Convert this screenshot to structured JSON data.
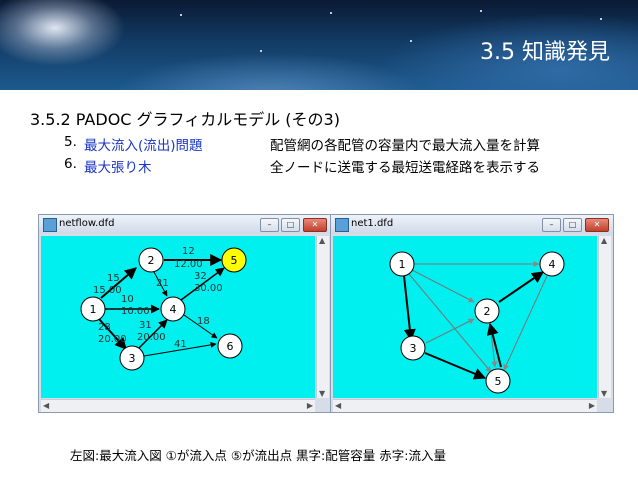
{
  "slide": {
    "title": "3.5 知識発見",
    "heading": "3.5.2 PADOC グラフィカルモデル (その3)",
    "items": [
      {
        "num": "5.",
        "term": "最大流入(流出)問題",
        "desc": "配管網の各配管の容量内で最大流入量を計算"
      },
      {
        "num": "6.",
        "term": "最大張り木",
        "desc": "全ノードに送電する最短送電経路を表示する"
      }
    ],
    "caption": "左図:最大流入図 ①が流入点 ⑤が流出点 黒字:配管容量 赤字:流入量"
  },
  "colors": {
    "canvas": "#00f0f0",
    "highlight_node": "#ffff00",
    "term": "#1a35c8"
  },
  "windows": [
    {
      "title": "netflow.dfd",
      "nodes": [
        {
          "id": "1"
        },
        {
          "id": "2"
        },
        {
          "id": "3"
        },
        {
          "id": "4"
        },
        {
          "id": "5"
        },
        {
          "id": "6"
        }
      ],
      "edge_labels": [
        "12",
        "12.00",
        "32",
        "30.00",
        "15",
        "15.00",
        "21",
        "10",
        "10.00",
        "18",
        "28",
        "20.00",
        "31",
        "20.00",
        "41"
      ]
    },
    {
      "title": "net1.dfd",
      "nodes": [
        {
          "id": "1"
        },
        {
          "id": "2"
        },
        {
          "id": "3"
        },
        {
          "id": "4"
        },
        {
          "id": "5"
        }
      ]
    }
  ],
  "window_buttons": {
    "minimize": "–",
    "maximize": "□",
    "close": "✕"
  }
}
